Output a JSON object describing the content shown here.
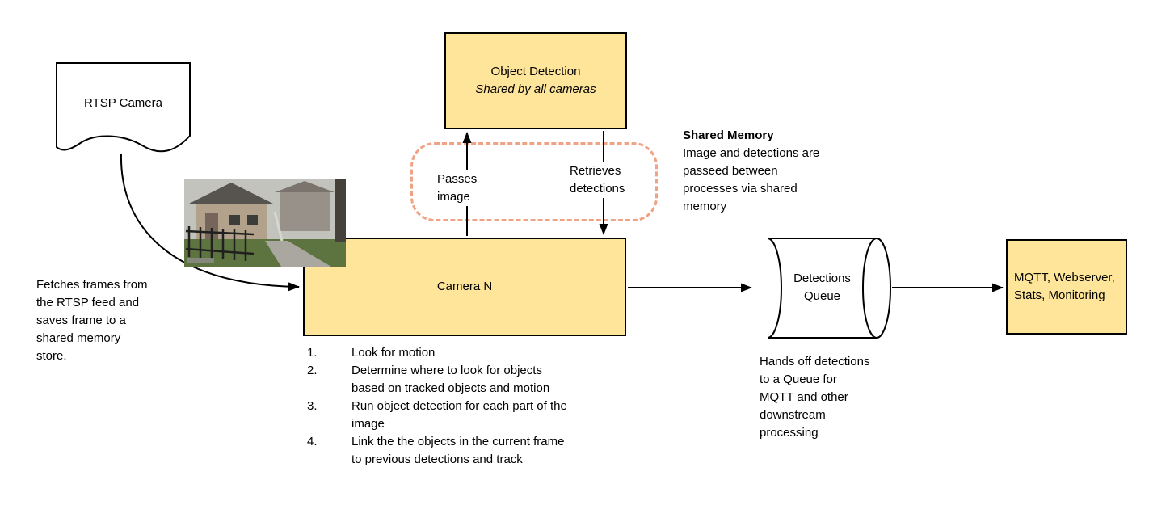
{
  "nodes": {
    "rtsp_camera": "RTSP Camera",
    "object_detection_title": "Object Detection",
    "object_detection_subtitle": "Shared by all cameras",
    "camera_n": "Camera N",
    "detections_queue": "Detections\nQueue",
    "mqtt": "MQTT, Webserver,\nStats, Monitoring"
  },
  "labels": {
    "passes_image": "Passes\nimage",
    "retrieves_detections": "Retrieves\ndetections"
  },
  "annotations": {
    "fetch_frames": "Fetches frames from\nthe RTSP feed and\nsaves frame to a\nshared memory\nstore.",
    "shared_memory_title": "Shared Memory",
    "shared_memory_body": "Image and detections are\npasseed between\nprocesses via shared\nmemory",
    "hands_off": "Hands off detections\nto a Queue for\nMQTT and other\ndownstream\nprocessing"
  },
  "steps": [
    {
      "num": "1.",
      "text": "Look for motion"
    },
    {
      "num": "2.",
      "text": "Determine where to look for objects\nbased on tracked objects and motion"
    },
    {
      "num": "3.",
      "text": "Run object detection for each part of the\nimage"
    },
    {
      "num": "4.",
      "text": "Link the the objects in the current frame\nto previous detections and track"
    }
  ],
  "colors": {
    "node_fill": "#FFE599",
    "node_border": "#000000",
    "shared_memory_dash": "#F0A285",
    "background": "#FFFFFF"
  }
}
